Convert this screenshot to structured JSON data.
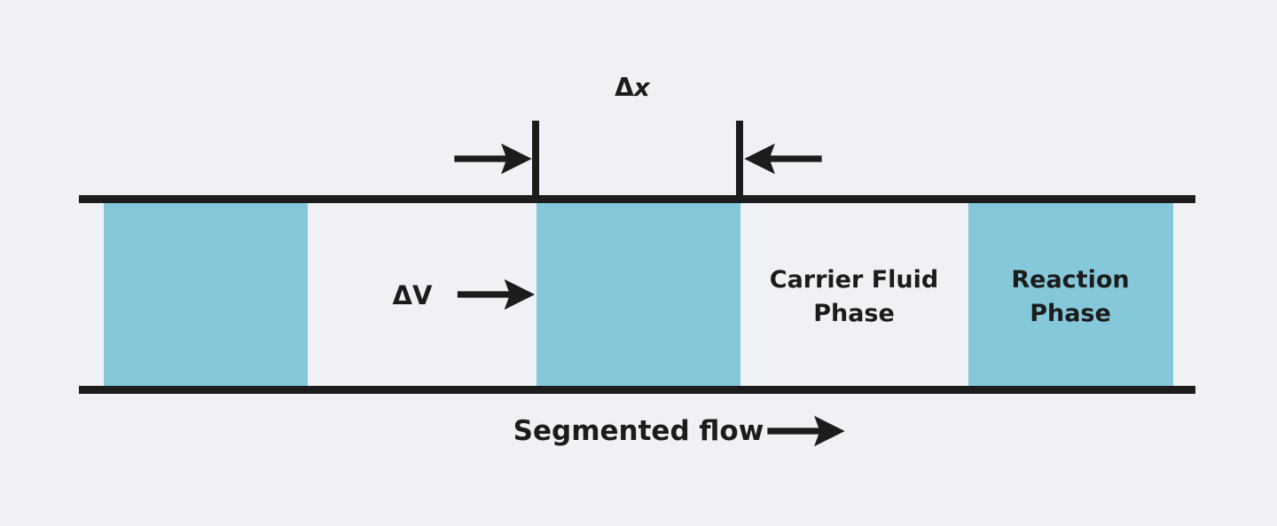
{
  "diagram": {
    "delta_x": {
      "symbol": "Δ",
      "variable": "x"
    },
    "delta_v": "ΔV",
    "carrier_phase": "Carrier Fluid Phase",
    "reaction_phase": "Reaction Phase",
    "flow_caption": "Segmented flow",
    "colors": {
      "background": "#f0f1f4",
      "segment": "#85c8d9",
      "ink": "#1c1c1c"
    },
    "icons": {
      "delta_x_left_arrow": "arrow-right-icon",
      "delta_x_right_arrow": "arrow-left-icon",
      "delta_v_arrow": "arrow-right-icon",
      "flow_arrow": "arrow-right-icon"
    }
  }
}
